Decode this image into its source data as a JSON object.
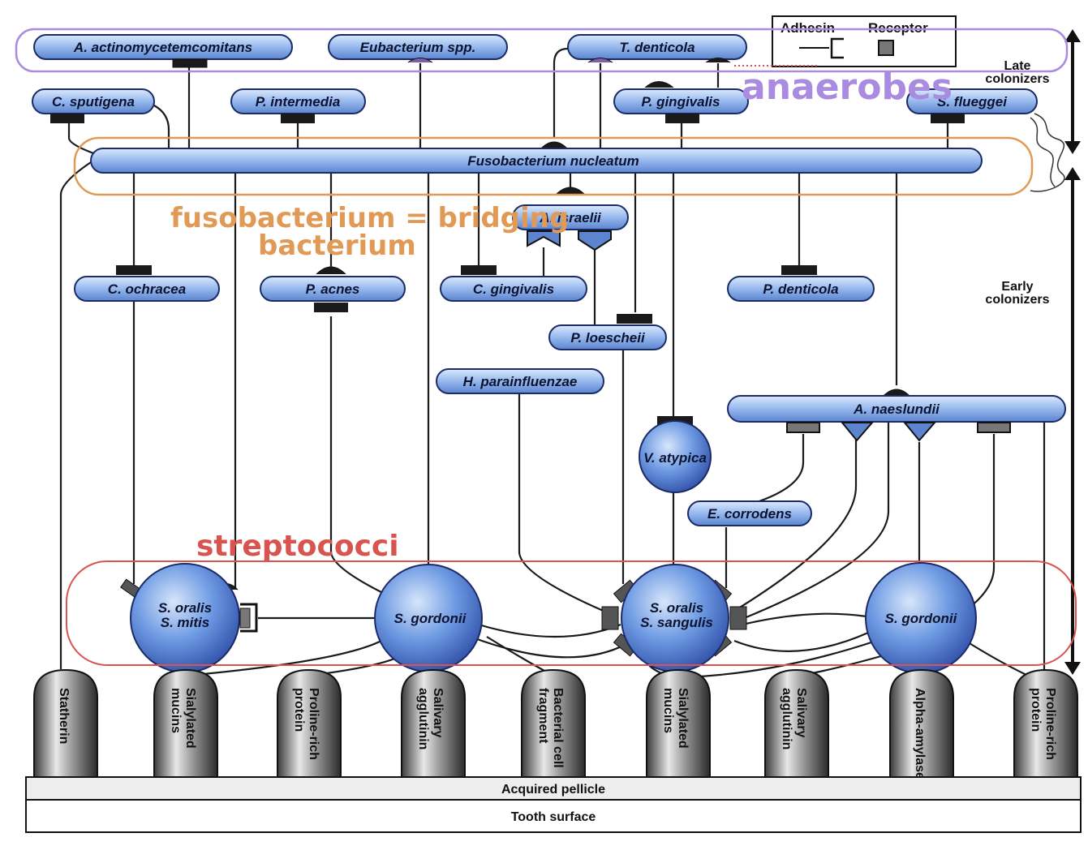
{
  "legend": {
    "adhesin": "Adhesin",
    "receptor": "Receptor"
  },
  "side_labels": {
    "late": [
      "Late",
      "colonizers"
    ],
    "early": [
      "Early",
      "colonizers"
    ]
  },
  "late_row": {
    "aa": "A. actinomycetemcomitans",
    "eub": "Eubacterium spp.",
    "tden": "T. denticola",
    "csput": "C. sputigena",
    "pint": "P. intermedia",
    "pgin": "P. gingivalis",
    "sflu": "S. flueggei"
  },
  "bridge": {
    "fuso": "Fusobacterium nucleatum"
  },
  "middle": {
    "aisr": "A. israelii",
    "coch": "C. ochracea",
    "pacn": "P. acnes",
    "cging": "C. gingivalis",
    "pden": "P. denticola",
    "ploe": "P. loescheii",
    "hpar": "H. parainfluenzae",
    "anae": "A. naeslundii",
    "vaty": "V. atypica",
    "ecor": "E. corrodens"
  },
  "early": {
    "sor1": [
      "S. oralis",
      "S. mitis"
    ],
    "sgor1": "S. gordonii",
    "sor2": [
      "S. oralis",
      "S. sangulis"
    ],
    "sgor2": "S. gordonii"
  },
  "pellicle_receptors": [
    [
      "Statherin"
    ],
    [
      "Sialylated",
      "mucins"
    ],
    [
      "Proline-rich",
      "protein"
    ],
    [
      "Salivary",
      "agglutinin"
    ],
    [
      "Bacterial cell",
      "fragment"
    ],
    [
      "Sialylated",
      "mucins"
    ],
    [
      "Salivary",
      "agglutinin"
    ],
    [
      "Alpha-amylase"
    ],
    [
      "Proline-rich",
      "protein"
    ]
  ],
  "base": {
    "pellicle": "Acquired pellicle",
    "tooth": "Tooth surface"
  },
  "annotations": {
    "anaerobes": "anaerobes",
    "fuso_note": [
      "fusobacterium = bridging",
      "bacterium"
    ],
    "strep": "streptococci"
  },
  "colors": {
    "bacteria_fill": "#7fa8e6",
    "bacteria_light": "#c9dcf7",
    "bacteria_stroke": "#1b2b66",
    "anaerobes_annotation": "#a98be0",
    "fuso_annotation": "#e09a55",
    "strep_annotation": "#d9534f"
  }
}
